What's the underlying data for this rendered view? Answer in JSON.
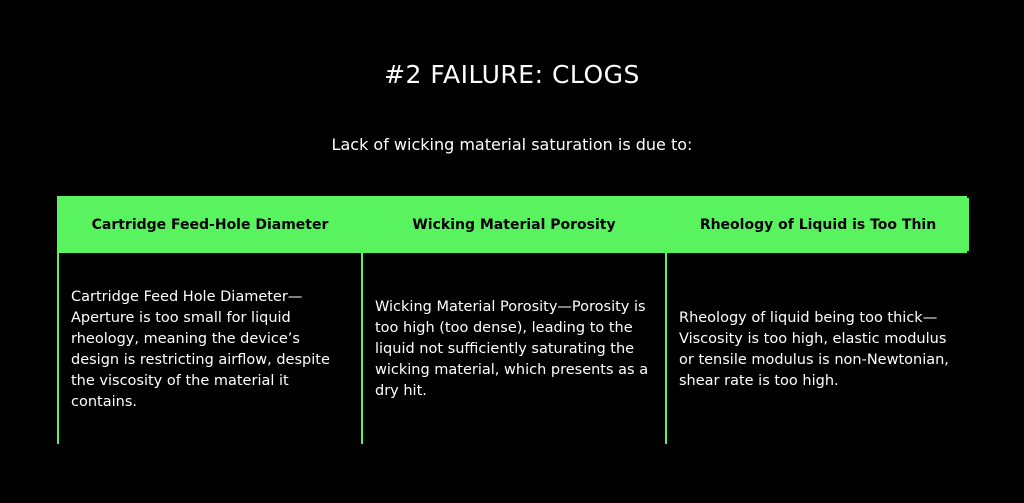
{
  "slide": {
    "title": "#2 FAILURE: CLOGS",
    "subtitle": "Lack of wicking material saturation is due to:"
  },
  "table": {
    "headers": [
      "Cartridge Feed-Hole Diameter",
      "Wicking Material Porosity",
      "Rheology of Liquid is Too Thin"
    ],
    "cells": [
      "Cartridge Feed Hole Diameter—Aperture is too small for liquid rheology, meaning the device’s design is restricting airflow, despite the viscosity of the material it contains.",
      "Wicking Material Porosity—Porosity is too high (too dense), leading to the liquid not sufficiently saturating the wicking material, which presents as a dry hit.",
      "Rheology of liquid being too thick—Viscosity is too high, elastic modulus or tensile modulus is non-Newtonian, shear rate is too high."
    ]
  },
  "colors": {
    "background": "#000000",
    "accent": "#59f35f",
    "text": "#ffffff"
  }
}
